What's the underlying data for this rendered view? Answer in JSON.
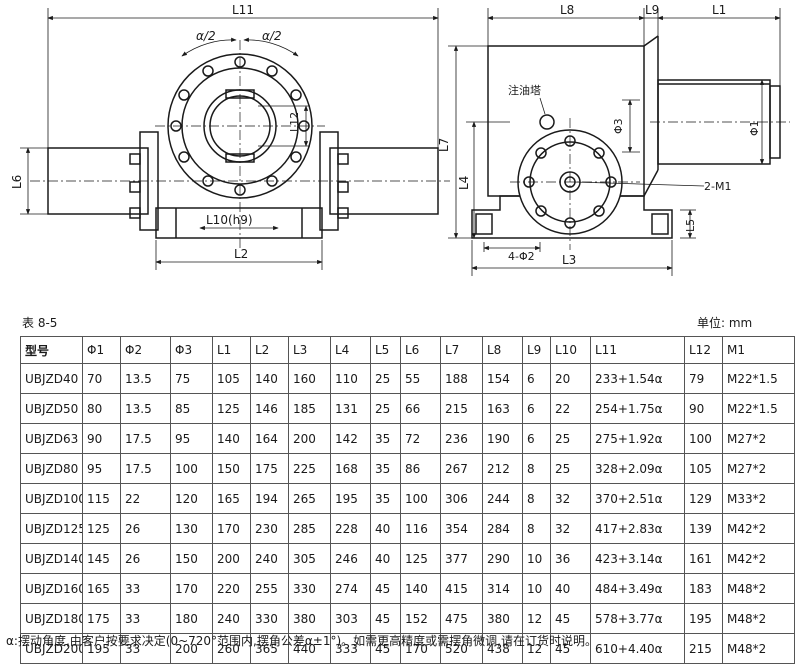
{
  "drawing": {
    "labels": {
      "L11": "L11",
      "alpha_half_1": "α/2",
      "alpha_half_2": "α/2",
      "L12": "L12",
      "L6": "L6",
      "L10": "L10(h9)",
      "L2": "L2",
      "L8": "L8",
      "L9": "L9",
      "L1": "L1",
      "lube": "注油塔",
      "phi3": "Φ3",
      "phi1": "Φ1",
      "L7": "L7",
      "L4": "L4",
      "M1": "2-M1",
      "L5": "L5",
      "phi2": "4-Φ2",
      "L3": "L3"
    }
  },
  "caption": "表 8-5",
  "unit": "单位: mm",
  "table": {
    "headers": [
      "型号",
      "Φ1",
      "Φ2",
      "Φ3",
      "L1",
      "L2",
      "L3",
      "L4",
      "L5",
      "L6",
      "L7",
      "L8",
      "L9",
      "L10",
      "L11",
      "L12",
      "M1"
    ],
    "rows": [
      [
        "UBJZD40",
        "70",
        "13.5",
        "75",
        "105",
        "140",
        "160",
        "110",
        "25",
        "55",
        "188",
        "154",
        "6",
        "20",
        "233+1.54α",
        "79",
        "M22*1.5"
      ],
      [
        "UBJZD50",
        "80",
        "13.5",
        "85",
        "125",
        "146",
        "185",
        "131",
        "25",
        "66",
        "215",
        "163",
        "6",
        "22",
        "254+1.75α",
        "90",
        "M22*1.5"
      ],
      [
        "UBJZD63",
        "90",
        "17.5",
        "95",
        "140",
        "164",
        "200",
        "142",
        "35",
        "72",
        "236",
        "190",
        "6",
        "25",
        "275+1.92α",
        "100",
        "M27*2"
      ],
      [
        "UBJZD80",
        "95",
        "17.5",
        "100",
        "150",
        "175",
        "225",
        "168",
        "35",
        "86",
        "267",
        "212",
        "8",
        "25",
        "328+2.09α",
        "105",
        "M27*2"
      ],
      [
        "UBJZD100",
        "115",
        "22",
        "120",
        "165",
        "194",
        "265",
        "195",
        "35",
        "100",
        "306",
        "244",
        "8",
        "32",
        "370+2.51α",
        "129",
        "M33*2"
      ],
      [
        "UBJZD125",
        "125",
        "26",
        "130",
        "170",
        "230",
        "285",
        "228",
        "40",
        "116",
        "354",
        "284",
        "8",
        "32",
        "417+2.83α",
        "139",
        "M42*2"
      ],
      [
        "UBJZD140",
        "145",
        "26",
        "150",
        "200",
        "240",
        "305",
        "246",
        "40",
        "125",
        "377",
        "290",
        "10",
        "36",
        "423+3.14α",
        "161",
        "M42*2"
      ],
      [
        "UBJZD160",
        "165",
        "33",
        "170",
        "220",
        "255",
        "330",
        "274",
        "45",
        "140",
        "415",
        "314",
        "10",
        "40",
        "484+3.49α",
        "183",
        "M48*2"
      ],
      [
        "UBJZD180",
        "175",
        "33",
        "180",
        "240",
        "330",
        "380",
        "303",
        "45",
        "152",
        "475",
        "380",
        "12",
        "45",
        "578+3.77α",
        "195",
        "M48*2"
      ],
      [
        "UBJZD200",
        "195",
        "33",
        "200",
        "260",
        "365",
        "440",
        "333",
        "45",
        "170",
        "520",
        "438",
        "12",
        "45",
        "610+4.40α",
        "215",
        "M48*2"
      ]
    ]
  },
  "note": "α:摆动角度,由客户按要求决定(0~720°范围内,摆角公差α±1°)。如需更高精度或需摆角微调,请在订货时说明。"
}
